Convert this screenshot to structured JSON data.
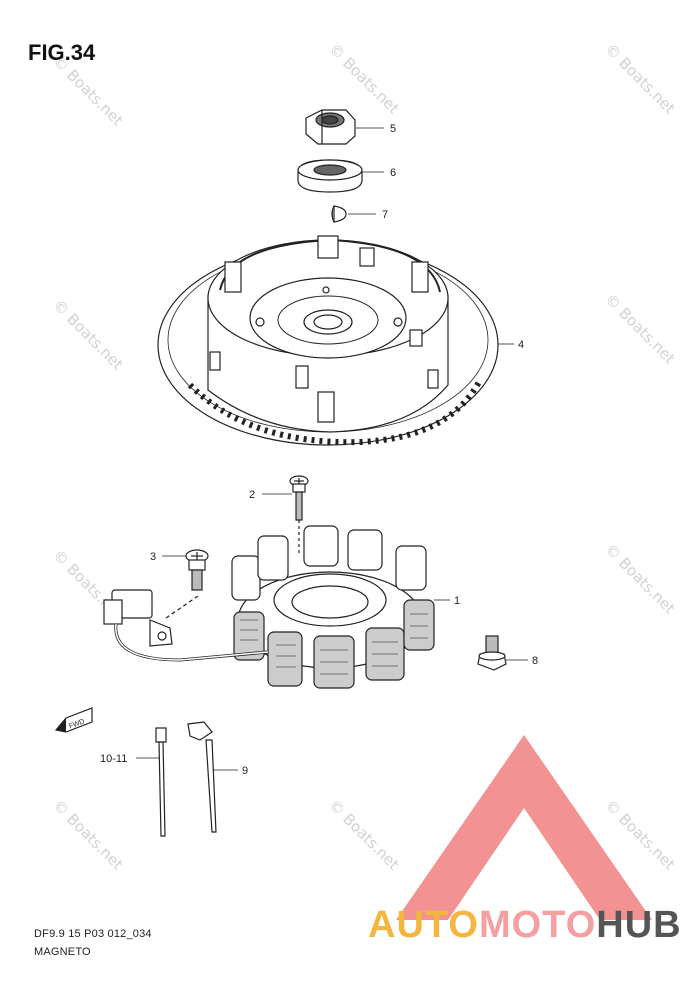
{
  "figure": {
    "title": "FIG.34",
    "code": "DF9.9 15 P03 012_034",
    "name": "MAGNETO"
  },
  "watermark": {
    "text": "© Boats.net"
  },
  "parts": [
    {
      "id": "part-5",
      "callout": "5",
      "depicts": "nut"
    },
    {
      "id": "part-6",
      "callout": "6",
      "depicts": "washer"
    },
    {
      "id": "part-7",
      "callout": "7",
      "depicts": "key"
    },
    {
      "id": "part-4",
      "callout": "4",
      "depicts": "flywheel rotor"
    },
    {
      "id": "part-2",
      "callout": "2",
      "depicts": "screw"
    },
    {
      "id": "part-3",
      "callout": "3",
      "depicts": "screw"
    },
    {
      "id": "part-1",
      "callout": "1",
      "depicts": "stator assembly"
    },
    {
      "id": "part-8",
      "callout": "8",
      "depicts": "bolt"
    },
    {
      "id": "part-10-11",
      "callout": "10-11",
      "depicts": "cable tie"
    },
    {
      "id": "part-9",
      "callout": "9",
      "depicts": "cable tie with clip"
    }
  ],
  "fwd_label": "FWD",
  "logo": {
    "auto": "AUTO",
    "moto": "MOTO",
    "hub": "HUB",
    "colors": {
      "auto": "#f5b640",
      "moto": "#f5a0a0",
      "hub": "#555555",
      "triangle": "#f08080"
    }
  }
}
